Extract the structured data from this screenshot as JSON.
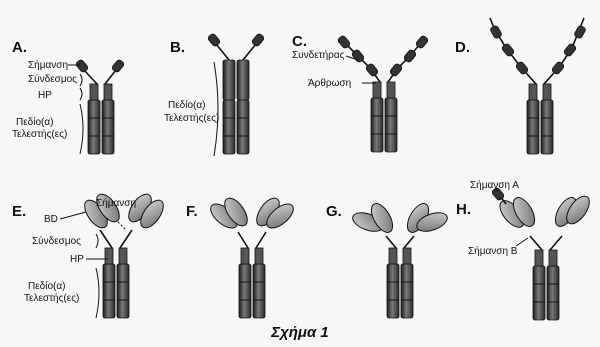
{
  "caption": "Σχήμα 1",
  "panels": [
    {
      "letter": "A.",
      "labels": {
        "tag": "Σήμανση",
        "linker": "Σύνδεσμος",
        "hinge": "HP",
        "domain": "Πεδίο(α)",
        "effector": "Τελεστής(ες)"
      }
    },
    {
      "letter": "B.",
      "labels": {
        "domain": "Πεδίο(α)",
        "effector": "Τελεστής(ες)"
      }
    },
    {
      "letter": "C.",
      "labels": {
        "connector": "Συνδετήρας",
        "joint": "Άρθρωση"
      }
    },
    {
      "letter": "D.",
      "labels": {}
    },
    {
      "letter": "E.",
      "labels": {
        "bd": "BD",
        "tag": "Σήμανση",
        "linker": "Σύνδεσμος",
        "hinge": "HP",
        "domain": "Πεδίο(α)",
        "effector": "Τελεστής(ες)"
      }
    },
    {
      "letter": "F.",
      "labels": {}
    },
    {
      "letter": "G.",
      "labels": {}
    },
    {
      "letter": "H.",
      "labels": {
        "tagA": "Σήμανση Α",
        "tagB": "Σήμανση Β"
      }
    }
  ]
}
